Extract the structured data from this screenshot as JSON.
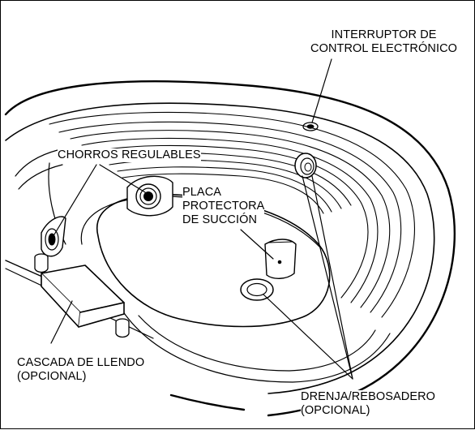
{
  "labels": {
    "control_switch": "INTERRUPTOR DE\nCONTROL ELECTRÓNICO",
    "adjustable_jets": "CHORROS REGULABLES",
    "suction_plate": "PLACA\nPROTECTORA\nDE SUCCIÓN",
    "waterfall": "CASCADA DE LLENDO\n(OPCIONAL)",
    "drain_overflow": "DRENJA/REBOSADERO\n(OPCIONAL)"
  },
  "colors": {
    "ink": "#000000",
    "paper": "#ffffff"
  },
  "icons": {
    "jet": "adjustable-jet-icon",
    "switch": "control-switch-icon",
    "plate": "suction-plate-icon",
    "drain": "drain-icon",
    "overflow": "overflow-icon",
    "spout": "waterfall-spout-icon"
  }
}
